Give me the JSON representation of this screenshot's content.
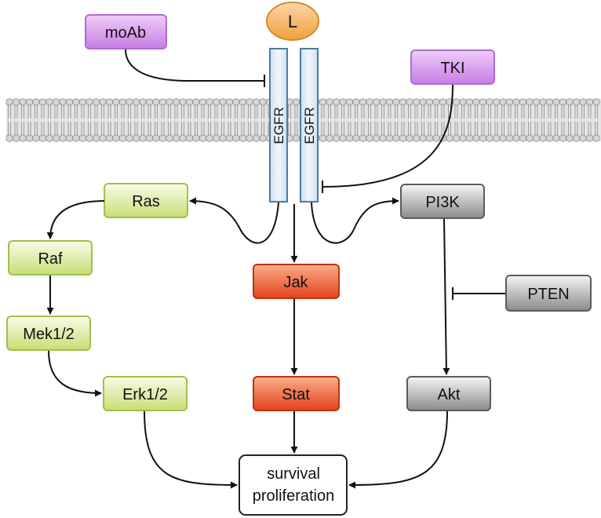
{
  "ligand": {
    "label": "L"
  },
  "receptors": [
    {
      "label": "EGFR"
    },
    {
      "label": "EGFR"
    }
  ],
  "inhibitors": {
    "antibody": "moAb",
    "tki": "TKI",
    "pten": "PTEN"
  },
  "mapk_pathway": {
    "ras": "Ras",
    "raf": "Raf",
    "mek": "Mek1/2",
    "erk": "Erk1/2"
  },
  "jak_stat_pathway": {
    "jak": "Jak",
    "stat": "Stat"
  },
  "pi3k_pathway": {
    "pi3k": "PI3K",
    "akt": "Akt"
  },
  "outcome": {
    "line1": "survival",
    "line2": "proliferation"
  },
  "colors": {
    "purple_top": "#e7b2f5",
    "purple_bottom": "#c77de3",
    "purple_border": "#b06ad0",
    "orange_top": "#f9a98a",
    "orange_bottom": "#e8491f",
    "orange_border": "#c83a12",
    "green_top": "#f5fadc",
    "green_bottom": "#cde27f",
    "green_border": "#9fc14c",
    "red_top": "#fa9d72",
    "red_bottom": "#e3411d",
    "red_border": "#b73515",
    "grey_top": "#f4f4f4",
    "grey_bottom": "#8e8e8e",
    "grey_border": "#5b5b5b",
    "receptor_fill": "#e4eef7",
    "receptor_border": "#4c7ba3",
    "membrane": "#c9c9c9"
  }
}
